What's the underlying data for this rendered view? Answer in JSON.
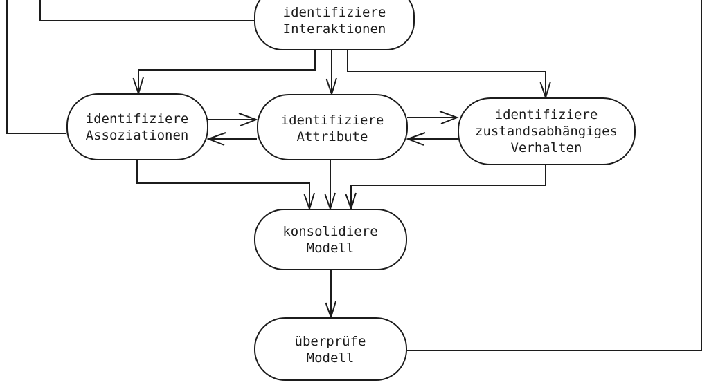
{
  "diagram": {
    "background_color": "#ffffff",
    "stroke_color": "#1c1c1c",
    "text_color": "#1c1c1c",
    "nodes": {
      "interaktionen": {
        "lines": [
          "identifiziere",
          "Interaktionen"
        ]
      },
      "assoziationen": {
        "lines": [
          "identifiziere",
          "Assoziationen"
        ]
      },
      "attribute": {
        "lines": [
          "identifiziere",
          "Attribute"
        ]
      },
      "verhalten": {
        "lines": [
          "identifiziere",
          "zustandsabhängiges",
          "Verhalten"
        ]
      },
      "konsolidiere": {
        "lines": [
          "konsolidiere",
          "Modell"
        ]
      },
      "ueberpruefe": {
        "lines": [
          "überprüfe",
          "Modell"
        ]
      }
    }
  }
}
